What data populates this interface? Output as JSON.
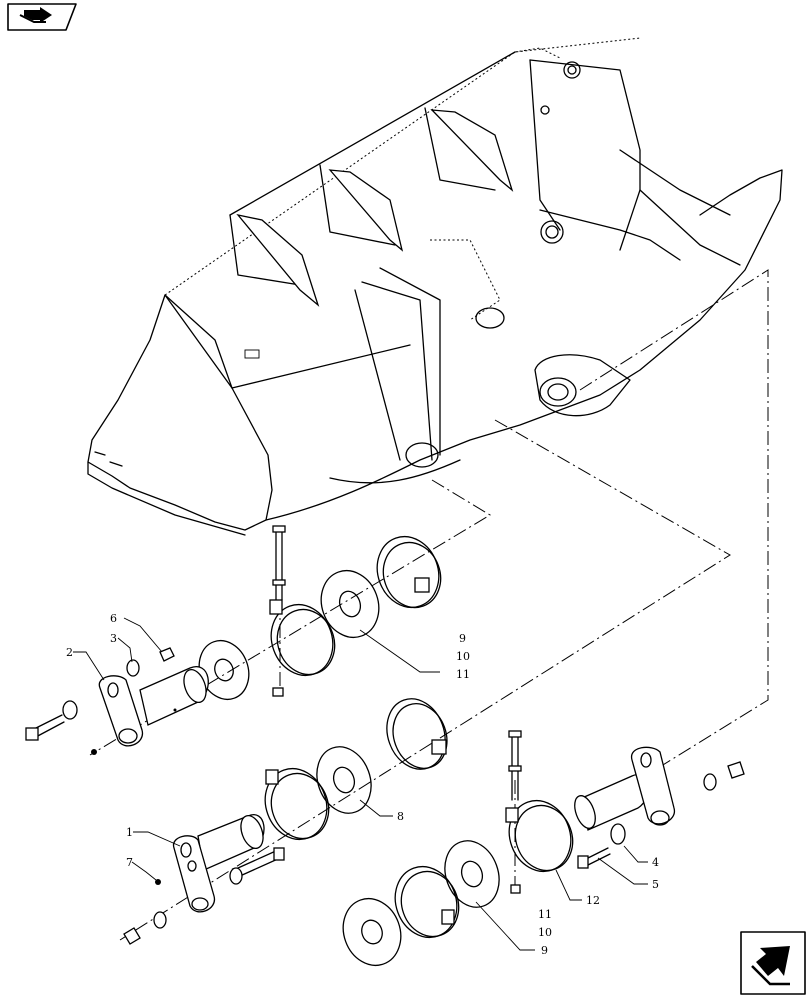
{
  "callouts": {
    "c1": "1",
    "c2": "2",
    "c3": "3",
    "c4": "4",
    "c5": "5",
    "c6": "6",
    "c7": "7",
    "c8": "8",
    "c9a": "9",
    "c10a": "10",
    "c11a": "11",
    "c11b": "11",
    "c10b": "10",
    "c9b": "9",
    "c12": "12"
  },
  "icons": {
    "top_left": "book-arrow-icon",
    "bottom_right": "return-arrow-icon"
  }
}
